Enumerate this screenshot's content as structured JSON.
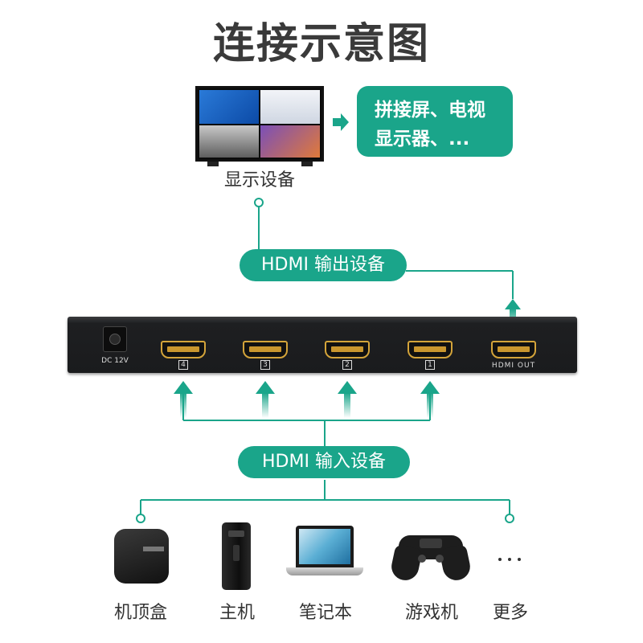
{
  "title": "连接示意图",
  "display": {
    "label": "显示设备",
    "target_box": "拼接屏、电视\n显示器、..."
  },
  "output_pill": "HDMI 输出设备",
  "input_pill": "HDMI 输入设备",
  "device": {
    "dc_label": "DC 12V",
    "ports": [
      "4",
      "3",
      "2",
      "1"
    ],
    "out_label": "HDMI OUT"
  },
  "sources": [
    {
      "label": "机顶盒",
      "icon": "set-top-box-icon"
    },
    {
      "label": "主机",
      "icon": "pc-tower-icon"
    },
    {
      "label": "笔记本",
      "icon": "laptop-icon"
    },
    {
      "label": "游戏机",
      "icon": "gamepad-icon"
    },
    {
      "label": "更多",
      "icon": "ellipsis-icon"
    }
  ],
  "colors": {
    "accent": "#1aa58a",
    "device_body": "#1e1f21",
    "port_gold": "#d4a43a"
  }
}
